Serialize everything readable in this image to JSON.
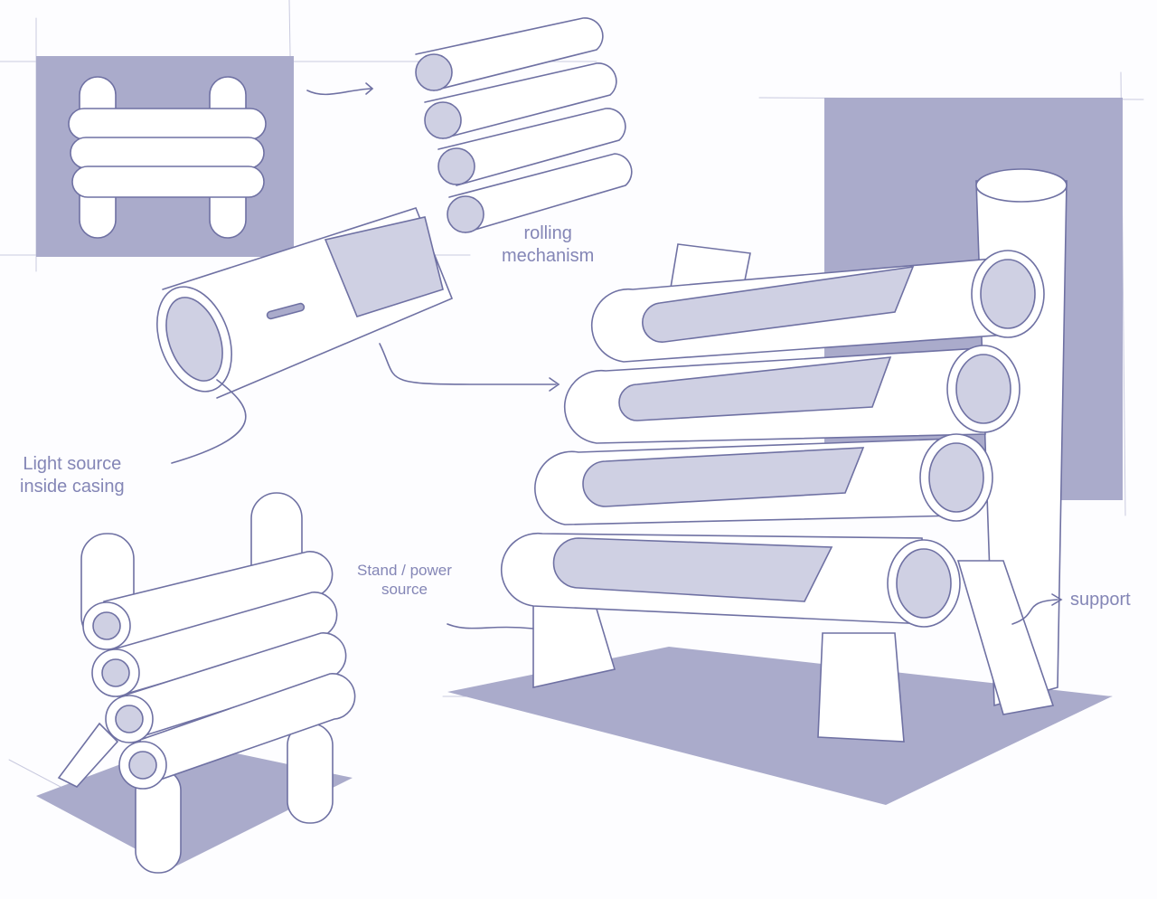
{
  "annotations": {
    "rolling_mechanism": [
      "rolling",
      "mechanism"
    ],
    "light_source": [
      "Light source",
      "inside casing"
    ],
    "stand_power": [
      "Stand / power",
      "source"
    ],
    "support": "support"
  },
  "colors": {
    "fill": "#aaabcb",
    "panel": "#cfd0e3",
    "stroke": "#6f71a3",
    "text": "#8486b6"
  }
}
